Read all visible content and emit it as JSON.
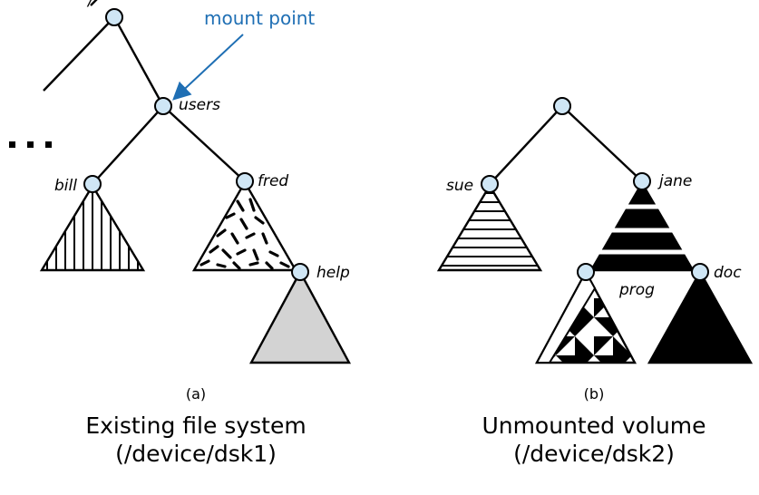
{
  "annotation": {
    "mount_point": "mount point",
    "ellipsis": "..."
  },
  "panel_a": {
    "tag": "(a)",
    "caption_line1": "Existing file system",
    "caption_line2": "(/device/dsk1)",
    "nodes": {
      "root": "/",
      "users": "users",
      "bill": "bill",
      "fred": "fred",
      "help": "help"
    }
  },
  "panel_b": {
    "tag": "(b)",
    "caption_line1": "Unmounted volume",
    "caption_line2": "(/device/dsk2)",
    "nodes": {
      "sue": "sue",
      "jane": "jane",
      "prog": "prog",
      "doc": "doc"
    }
  },
  "colors": {
    "node_fill": "#cfe6f5",
    "callout": "#1f6fb4",
    "help_fill": "#d3d3d3"
  }
}
